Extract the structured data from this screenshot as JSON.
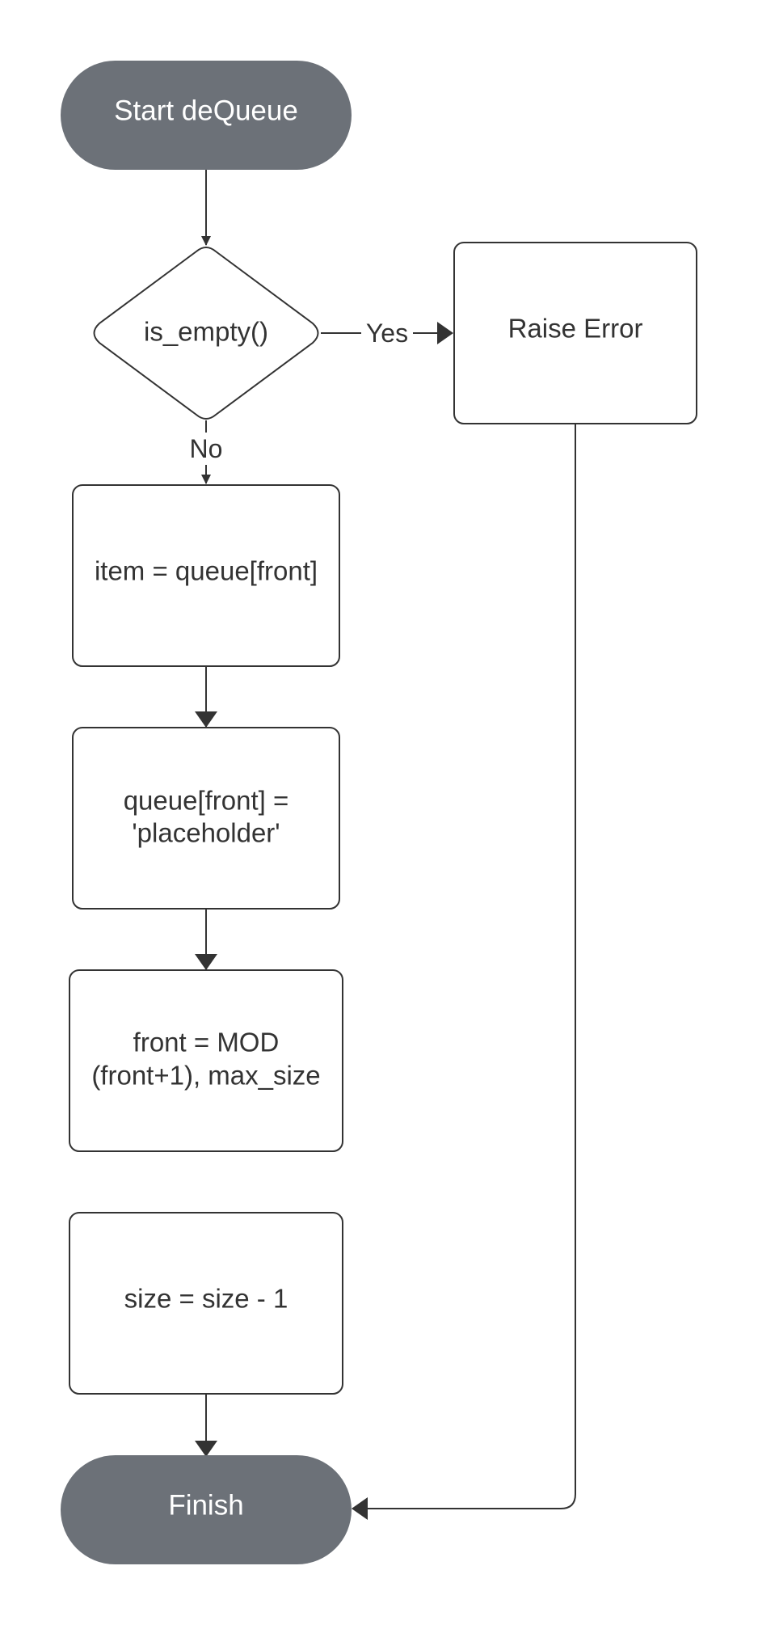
{
  "colors": {
    "terminal_fill": "#6c7178",
    "stroke": "#333333",
    "background": "#ffffff"
  },
  "nodes": {
    "start": {
      "label": "Start deQueue"
    },
    "decision": {
      "label": "is_empty()"
    },
    "raise_error": {
      "label": "Raise Error"
    },
    "item_assign": {
      "label": "item = queue[front]"
    },
    "placeholder_assign": {
      "line1": "queue[front] =",
      "line2": "'placeholder'"
    },
    "front_update": {
      "line1": "front = MOD",
      "line2": "(front+1), max_size"
    },
    "size_update": {
      "label": "size = size - 1"
    },
    "finish": {
      "label": "Finish"
    }
  },
  "edges": {
    "yes_label": "Yes",
    "no_label": "No"
  }
}
